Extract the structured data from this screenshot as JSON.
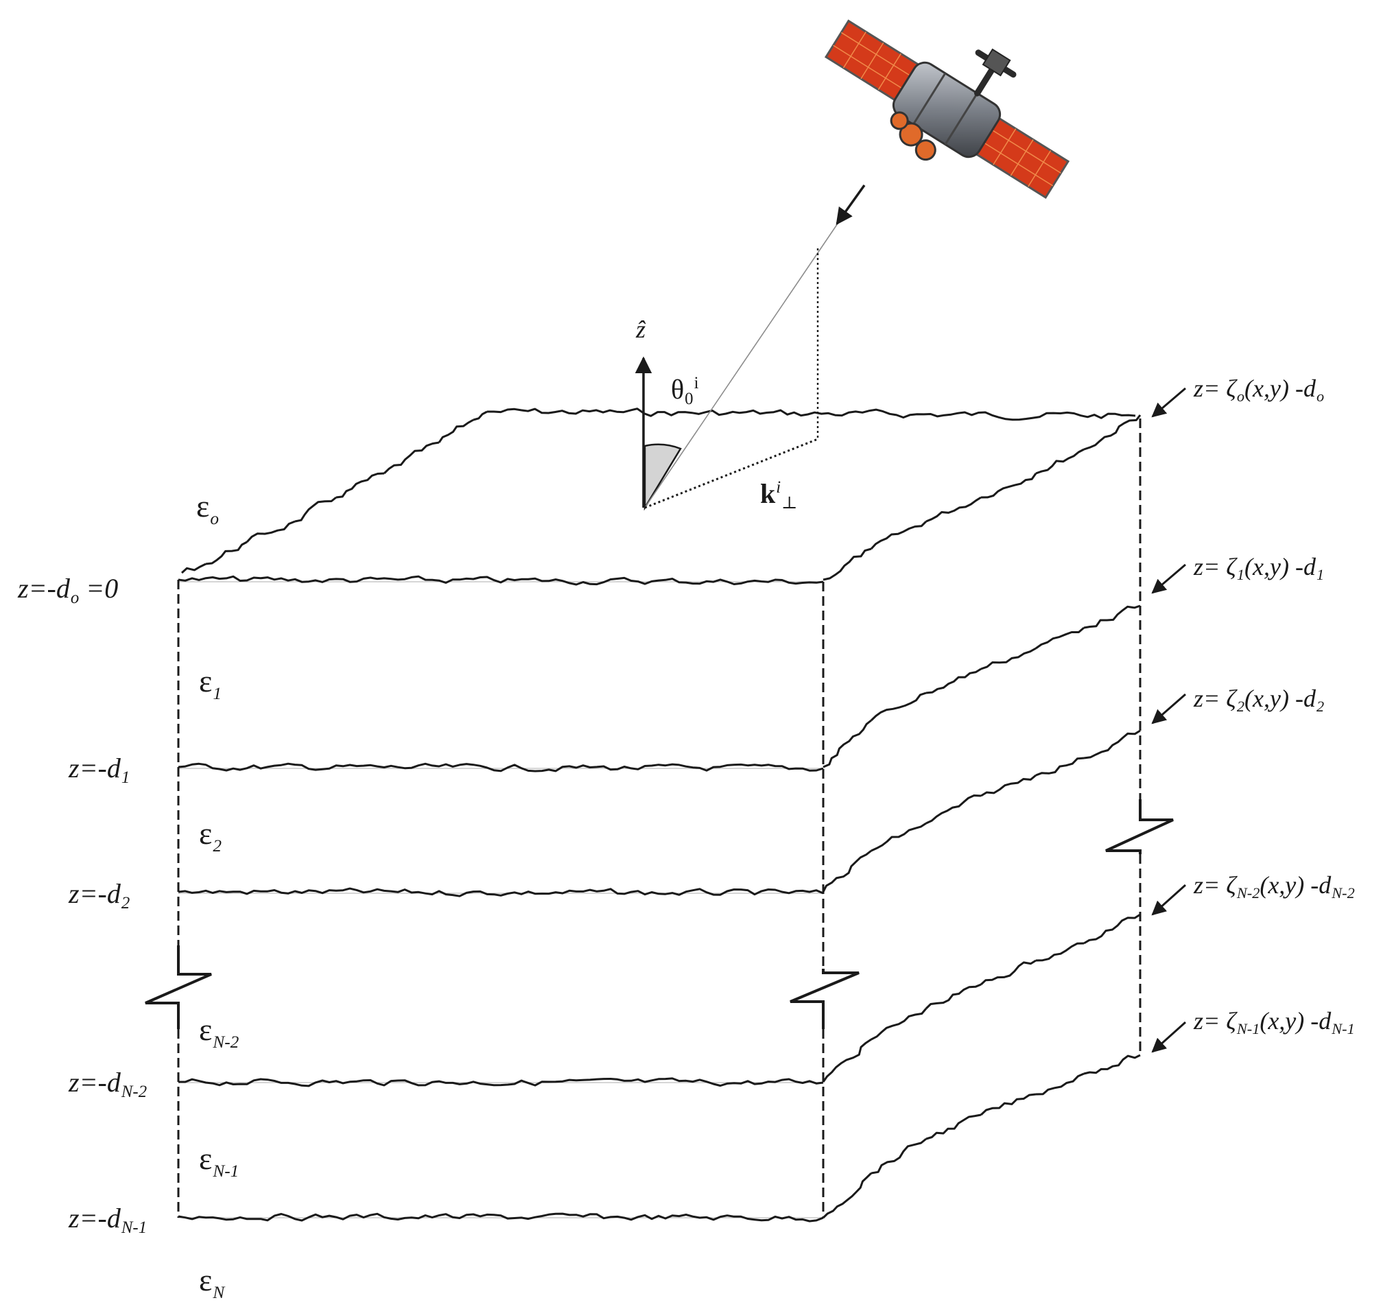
{
  "layers": {
    "eps0": {
      "sym": "ε",
      "sub": "o"
    },
    "eps1": {
      "sym": "ε",
      "sub": "1"
    },
    "eps2": {
      "sym": "ε",
      "sub": "2"
    },
    "epsN2": {
      "sym": "ε",
      "sub": "N-2"
    },
    "epsN1": {
      "sym": "ε",
      "sub": "N-1"
    },
    "epsN": {
      "sym": "ε",
      "sub": "N"
    }
  },
  "depth_labels": {
    "z0": {
      "pre": "z=-d",
      "sub": "o",
      "post": " =0"
    },
    "z1": {
      "pre": "z=-d",
      "sub": "1"
    },
    "z2": {
      "pre": "z=-d",
      "sub": "2"
    },
    "zN2": {
      "pre": "z=-d",
      "sub": "N-2"
    },
    "zN1": {
      "pre": "z=-d",
      "sub": "N-1"
    }
  },
  "surface_labels": {
    "s0": {
      "pre": "z= ζ",
      "zsub": "o",
      "mid": "(x,y) -d",
      "dsub": "o"
    },
    "s1": {
      "pre": "z= ζ",
      "zsub": "1",
      "mid": "(x,y) -d",
      "dsub": "1"
    },
    "s2": {
      "pre": "z= ζ",
      "zsub": "2",
      "mid": "(x,y) -d",
      "dsub": "2"
    },
    "sN2": {
      "pre": "z= ζ",
      "zsub": "N-2",
      "mid": "(x,y) -d",
      "dsub": "N-2"
    },
    "sN1": {
      "pre": "z= ζ",
      "zsub": "N-1",
      "mid": "(x,y) -d",
      "dsub": "N-1"
    }
  },
  "axis": {
    "zhat": "ẑ"
  },
  "angle": {
    "sym": "θ",
    "sub": "0",
    "sup": "i"
  },
  "kvec": {
    "sym": "k",
    "sup": "i",
    "sub": "⊥"
  },
  "colors": {
    "line": "#1a1a1a",
    "panel": "#d43a1a",
    "body": "#6b6f75"
  },
  "icons": {
    "satellite": "satellite-icon",
    "incident_arrow": "arrow-icon"
  }
}
